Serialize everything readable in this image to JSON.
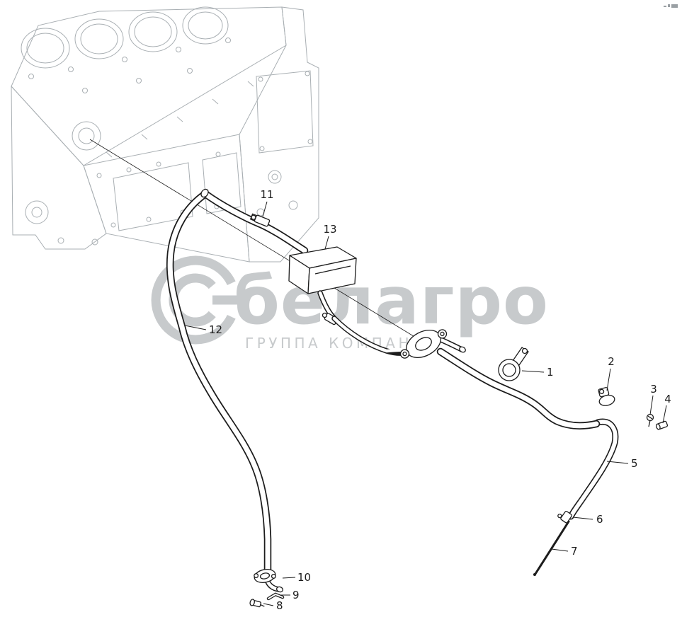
{
  "colors": {
    "line": "#1c1c1c",
    "block": "#a9afb3",
    "watermark": "#c7cacc"
  },
  "watermark": {
    "logo_icon": "belagro-ring-logo",
    "title": "белагро",
    "subtitle": "ГРУППА КОМПАНИЙ"
  },
  "callouts": [
    {
      "label": "1"
    },
    {
      "label": "2"
    },
    {
      "label": "3"
    },
    {
      "label": "4"
    },
    {
      "label": "5"
    },
    {
      "label": "6"
    },
    {
      "label": "7"
    },
    {
      "label": "8"
    },
    {
      "label": "9"
    },
    {
      "label": "10"
    },
    {
      "label": "11"
    },
    {
      "label": "12"
    },
    {
      "label": "13"
    }
  ]
}
